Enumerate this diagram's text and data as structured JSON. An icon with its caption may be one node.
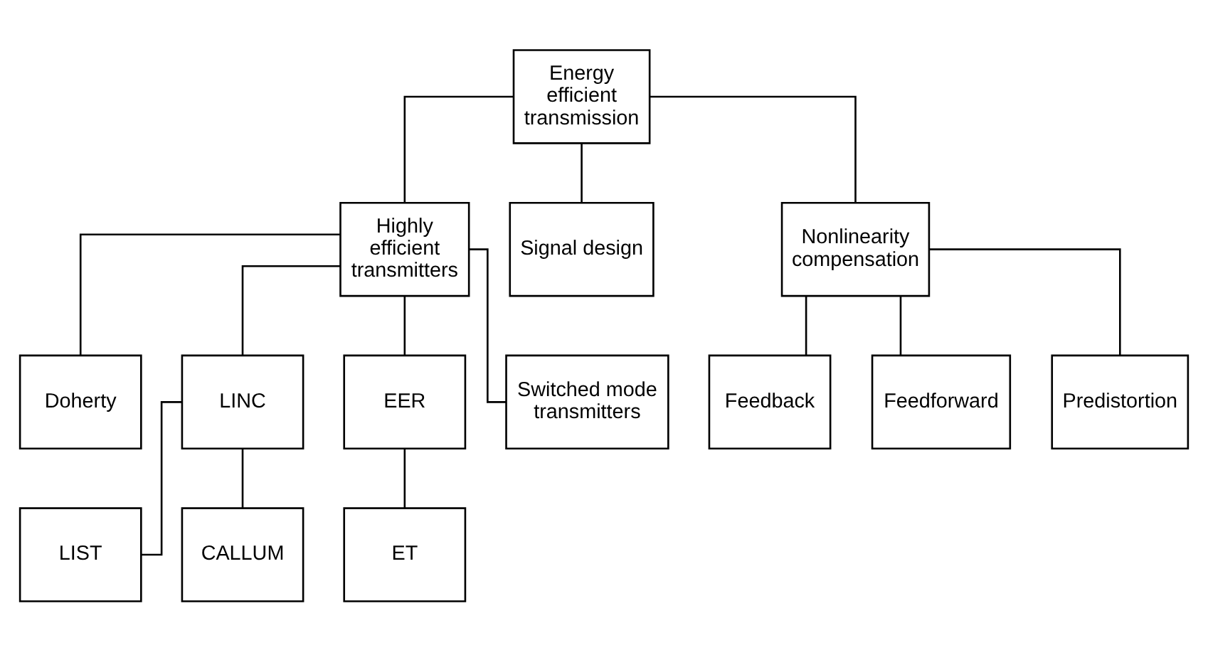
{
  "diagram": {
    "nodes": [
      {
        "text": [
          "Energy efficient transmission"
        ]
      },
      {
        "text": [
          "Highly efficient transmitters"
        ]
      },
      {
        "text": [
          "Signal design"
        ]
      },
      {
        "text": [
          "Nonlinearity compensation"
        ]
      },
      {
        "text": [
          "Doherty"
        ]
      },
      {
        "text": [
          "LINC"
        ]
      },
      {
        "text": [
          "EER"
        ]
      },
      {
        "text": [
          "Switched mode transmitters"
        ]
      },
      {
        "text": [
          "Feedback"
        ]
      },
      {
        "text": [
          "Feedforward"
        ]
      },
      {
        "text": [
          "Predistortion"
        ]
      },
      {
        "text": [
          "LIST"
        ]
      },
      {
        "text": [
          "CALLUM"
        ]
      },
      {
        "text": [
          "ET"
        ]
      }
    ],
    "edges": [
      {
        "from": 0,
        "to": 1,
        "arrow": "none"
      },
      {
        "from": 0,
        "to": 2,
        "arrow": "none"
      },
      {
        "from": 0,
        "to": 3,
        "arrow": "none"
      },
      {
        "from": 1,
        "to": 4,
        "arrow": "none"
      },
      {
        "from": 1,
        "to": 5,
        "arrow": "none"
      },
      {
        "from": 1,
        "to": 6,
        "arrow": "none"
      },
      {
        "from": 1,
        "to": 7,
        "arrow": "none"
      },
      {
        "from": 3,
        "to": 8,
        "arrow": "none"
      },
      {
        "from": 3,
        "to": 9,
        "arrow": "none"
      },
      {
        "from": 3,
        "to": 10,
        "arrow": "none"
      },
      {
        "from": 5,
        "to": 11,
        "arrow": "none"
      },
      {
        "from": 5,
        "to": 12,
        "arrow": "none"
      },
      {
        "from": 6,
        "to": 13,
        "arrow": "none"
      }
    ]
  }
}
